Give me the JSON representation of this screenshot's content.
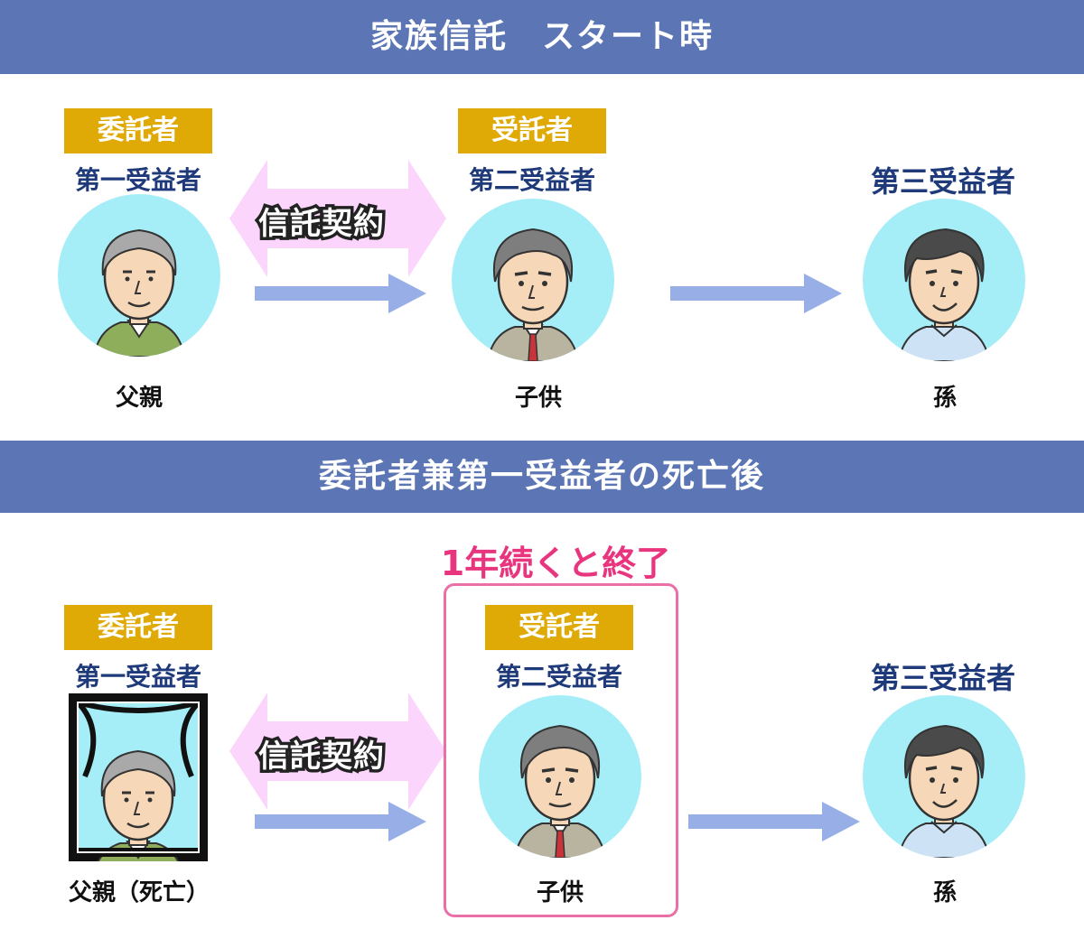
{
  "section1": {
    "title": "家族信託　スタート時",
    "settlor_tag": "委託者",
    "settlor_role": "第一受益者",
    "settlor_name": "父親",
    "contract_label": "信託契約",
    "trustee_tag": "受託者",
    "trustee_role": "第二受益者",
    "trustee_name": "子供",
    "third_role": "第三受益者",
    "third_name": "孫"
  },
  "section2": {
    "title": "委託者兼第一受益者の死亡後",
    "note": "1年続くと終了",
    "settlor_tag": "委託者",
    "settlor_role": "第一受益者",
    "settlor_name": "父親（死亡）",
    "contract_label": "信託契約",
    "trustee_tag": "受託者",
    "trustee_role": "第二受益者",
    "trustee_name": "子供",
    "third_role": "第三受益者",
    "third_name": "孫"
  },
  "colors": {
    "banner": "#5c76b5",
    "tag": "#dfa906",
    "role_text": "#1f3a7a",
    "circle": "#a6eef7",
    "arrow": "#97aee6",
    "contract_arrow": "#fbd5fb",
    "highlight": "#e8357e"
  },
  "icons": {
    "father": "elderly-man-avatar",
    "child": "middle-aged-man-avatar",
    "grandchild": "young-man-avatar",
    "memorial_frame": "memorial-portrait-frame"
  }
}
